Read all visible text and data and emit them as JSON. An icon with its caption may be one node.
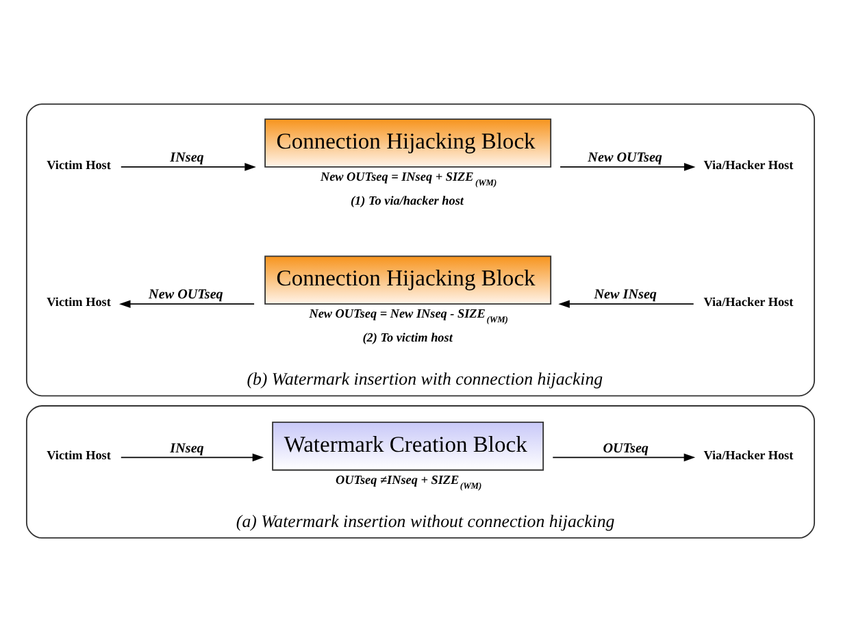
{
  "diagram": {
    "nodes": [
      {
        "text": [
          "(a) Watermark insertion without connection hijacking"
        ]
      },
      {
        "text": [
          "Victim Host"
        ],
        "in": 0
      },
      {
        "text": [
          "Watermark Creation Block"
        ],
        "in": 0,
        "beside": [
          "OUTseq ≠INseq + SIZE$_{(WM)}$"
        ]
      },
      {
        "text": [
          "Via/Hacker Host"
        ],
        "in": 0
      },
      {
        "text": [
          "(b) Watermark insertion with connection hijacking"
        ]
      },
      {
        "text": [
          "Victim Host"
        ],
        "in": 4
      },
      {
        "text": [
          "Connection Hijacking Block"
        ],
        "in": 4,
        "beside": [
          "New OUTseq = INseq + SIZE$_{(WM)}$",
          "(1) To via/hacker host"
        ]
      },
      {
        "text": [
          "Via/Hacker Host"
        ],
        "in": 4
      },
      {
        "text": [
          "Victim Host"
        ],
        "in": 4
      },
      {
        "text": [
          "Connection Hijacking Block"
        ],
        "in": 4,
        "beside": [
          "New OUTseq = New INseq - SIZE$_{(WM)}$",
          "(2) To victim host"
        ]
      },
      {
        "text": [
          "Via/Hacker Host"
        ],
        "in": 4
      }
    ],
    "edges": [
      {
        "from": 1,
        "to": 2,
        "arrow": "to",
        "label": "INseq"
      },
      {
        "from": 2,
        "to": 3,
        "arrow": "to",
        "label": "OUTseq"
      },
      {
        "from": 5,
        "to": 6,
        "arrow": "to",
        "label": "INseq"
      },
      {
        "from": 6,
        "to": 7,
        "arrow": "to",
        "label": "New OUTseq"
      },
      {
        "from": 10,
        "to": 9,
        "arrow": "to",
        "label": "New INseq"
      },
      {
        "from": 9,
        "to": 8,
        "arrow": "to",
        "label": "New OUTseq"
      }
    ]
  }
}
